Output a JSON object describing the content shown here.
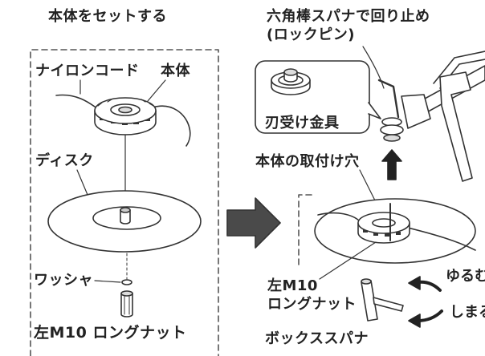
{
  "title": "本体をセットする",
  "left_panel": {
    "nylon_cord": "ナイロンコード",
    "body": "本体",
    "disk": "ディスク",
    "washer": "ワッシャ",
    "nut": "左M10 ロングナット"
  },
  "right_panel": {
    "hex_wrench_line1": "六角棒スパナで回り止め",
    "hex_wrench_line2": "(ロックピン)",
    "blade_holder": "刃受け金具",
    "mount_hole": "本体の取付け穴",
    "nut_line1": "左M10",
    "nut_line2": "ロングナット",
    "loosen": "ゆるむ",
    "tighten": "しまる",
    "box_spanner": "ボックススパナ"
  },
  "colors": {
    "line_art": "#333333",
    "text": "#222222",
    "big_arrow": "#4a4a4a",
    "background": "#ffffff"
  },
  "icons": [
    "right-arrow-icon",
    "up-arrow-icon",
    "loosen-arrow-icon",
    "tighten-arrow-icon"
  ]
}
